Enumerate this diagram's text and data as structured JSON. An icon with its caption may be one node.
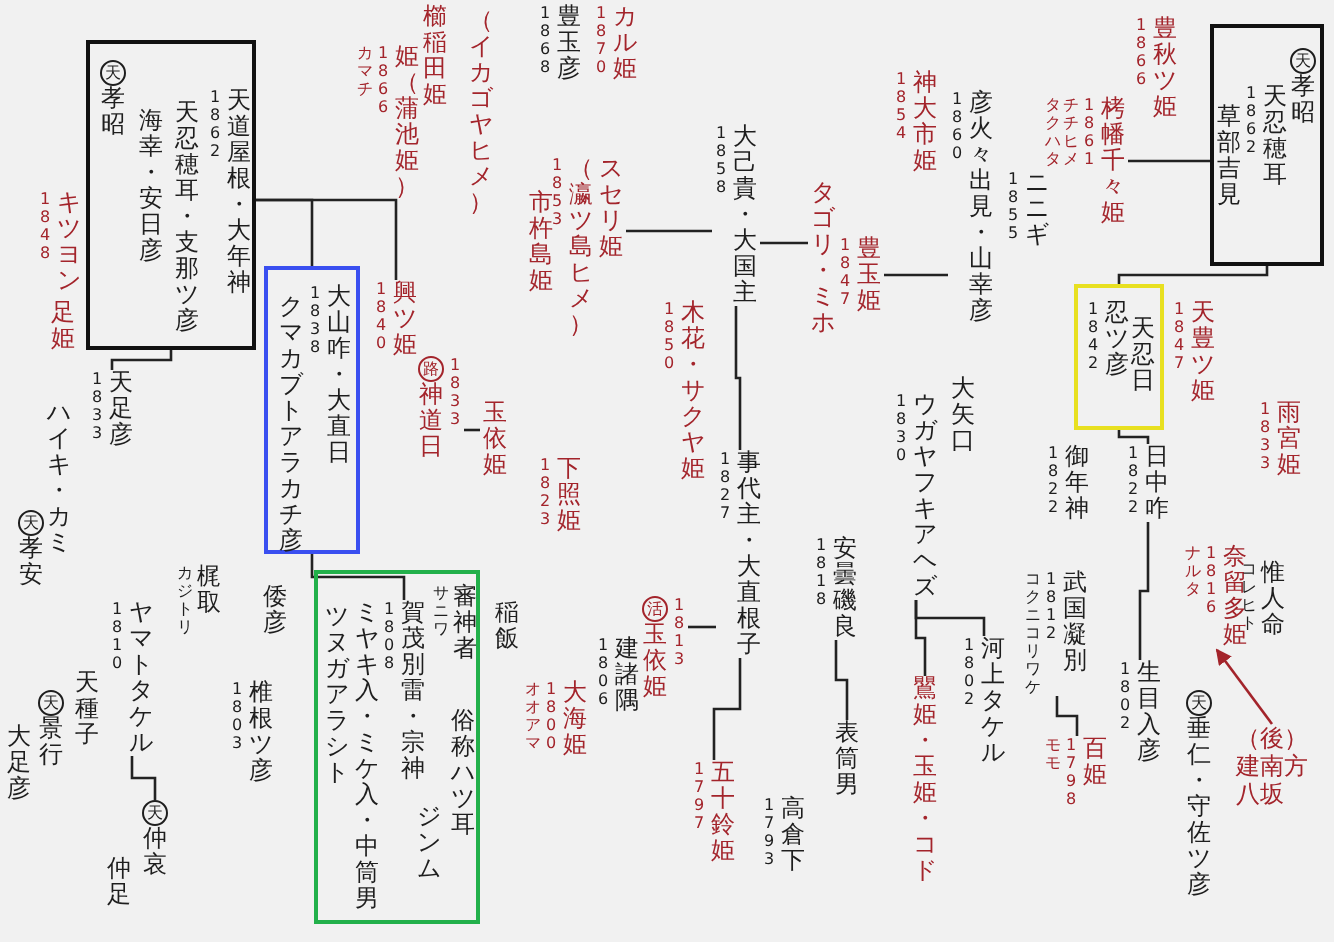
{
  "diagram": {
    "nodes": [
      {
        "text": [],
        "shape": "box"
      },
      {
        "text": [
          "天道屋根・大年神"
        ],
        "beside": [
          "1862"
        ],
        "in": 0
      },
      {
        "text": [
          "天忍穂耳・支那ツ彦"
        ],
        "in": 0
      },
      {
        "text": [
          "海幸・安日彦"
        ],
        "in": 0
      },
      {
        "text": [
          "天",
          "孝昭"
        ],
        "in": 0
      },
      {
        "text": [
          "キツヨン"
        ],
        "beside": [
          "1848"
        ]
      },
      {
        "text": [
          "足姫"
        ]
      },
      {
        "text": [
          "天足彦"
        ],
        "beside": [
          "1833"
        ]
      },
      {
        "text": [
          "ハイキ・カミ"
        ]
      },
      {
        "text": [
          "天",
          "孝安"
        ]
      },
      {
        "text": [
          "天",
          "景行"
        ]
      },
      {
        "text": [
          "天種子"
        ]
      },
      {
        "text": [
          "大足彦"
        ]
      },
      {
        "text": [
          "ヤマトタケル"
        ],
        "beside": [
          "1810"
        ]
      },
      {
        "text": [
          "天",
          "仲哀"
        ]
      },
      {
        "text": [
          "仲足"
        ]
      },
      {
        "text": [
          "梶取"
        ],
        "beside": [
          "カジトリ"
        ]
      },
      {
        "text": [
          "倭彦"
        ]
      },
      {
        "text": [
          "椎根ツ彦"
        ],
        "beside": [
          "1803"
        ]
      },
      {
        "text": [],
        "shape": "box"
      },
      {
        "text": [
          "大山咋・大直日"
        ],
        "beside": [
          "1838"
        ],
        "in": 19
      },
      {
        "text": [
          "クマカブトアラカチ彦"
        ],
        "in": 19
      },
      {
        "text": [
          "興ツ姫"
        ],
        "beside": [
          "1840"
        ]
      },
      {
        "text": [
          "姫（蒲池姫）"
        ],
        "beside": [
          "カマチ",
          "1866"
        ]
      },
      {
        "text": [
          "櫛稲田姫"
        ]
      },
      {
        "text": [
          "（イカゴヤヒメ）"
        ]
      },
      {
        "text": [
          "豊玉彦"
        ],
        "beside": [
          "1868"
        ]
      },
      {
        "text": [
          "カル姫"
        ],
        "beside": [
          "1870"
        ]
      },
      {
        "text": [
          "市杵島姫"
        ]
      },
      {
        "text": [
          "（瀛ツ島ヒメ）",
          "スセリ姫"
        ],
        "beside": [
          "1853"
        ]
      },
      {
        "text": [
          "木花・サクヤ姫"
        ],
        "beside": [
          "1850"
        ]
      },
      {
        "text": [
          "大己貴・大国主"
        ],
        "beside": [
          "1858"
        ]
      },
      {
        "text": [
          "タゴリ・ミホ"
        ]
      },
      {
        "text": [
          "豊玉姫"
        ],
        "beside": [
          "1847"
        ]
      },
      {
        "text": [
          "神大市姫"
        ],
        "beside": [
          "1854"
        ]
      },
      {
        "text": [
          "彦火々出見・山幸彦"
        ],
        "beside": [
          "1860"
        ]
      },
      {
        "text": [
          "ニニギ"
        ],
        "beside": [
          "1855"
        ]
      },
      {
        "text": [
          "栲幡千々姫"
        ],
        "beside": [
          "タクハタ",
          "チチヒメ",
          "1861"
        ]
      },
      {
        "text": [
          "豊秋ツ姫"
        ],
        "beside": [
          "1866"
        ]
      },
      {
        "text": [],
        "shape": "box"
      },
      {
        "text": [
          "天",
          "孝昭"
        ],
        "in": 39
      },
      {
        "text": [
          "天忍穂耳"
        ],
        "beside": [
          "1862"
        ],
        "in": 39
      },
      {
        "text": [
          "草部吉見"
        ],
        "in": 39
      },
      {
        "text": [
          "天豊ツ姫"
        ],
        "beside": [
          "1847"
        ]
      },
      {
        "text": [],
        "shape": "box"
      },
      {
        "text": [
          "天忍日"
        ],
        "in": 44
      },
      {
        "text": [
          "忍ツ彦"
        ],
        "beside": [
          "1842"
        ],
        "in": 44
      },
      {
        "text": [
          "雨宮姫"
        ],
        "beside": [
          "1833"
        ]
      },
      {
        "text": [
          "大矢口"
        ]
      },
      {
        "text": [
          "ウガヤフキアヘズ"
        ],
        "beside": [
          "1830"
        ]
      },
      {
        "text": [
          "御年神"
        ],
        "beside": [
          "1822"
        ]
      },
      {
        "text": [
          "日中咋"
        ],
        "beside": [
          "1822"
        ]
      },
      {
        "text": [
          "安曇磯良"
        ],
        "beside": [
          "1818"
        ]
      },
      {
        "text": [
          "表筒男"
        ]
      },
      {
        "text": [
          "事代主・大直根子"
        ],
        "beside": [
          "1827"
        ]
      },
      {
        "text": [
          "活",
          "玉依姫"
        ],
        "beside": [
          "1813"
        ]
      },
      {
        "text": [
          "建諸隅"
        ],
        "beside": [
          "1806"
        ]
      },
      {
        "text": [
          "大海姫"
        ],
        "beside": [
          "オオアマ",
          "1800"
        ]
      },
      {
        "text": [
          "稲飯"
        ]
      },
      {
        "text": [
          "五十鈴姫"
        ],
        "beside": [
          "1797"
        ]
      },
      {
        "text": [
          "高倉下"
        ],
        "beside": [
          "1793"
        ]
      },
      {
        "text": [
          "下照姫"
        ],
        "beside": [
          "1823"
        ]
      },
      {
        "text": [
          "路",
          "神道日"
        ],
        "beside": [
          "1833"
        ]
      },
      {
        "text": [
          "玉依姫"
        ]
      },
      {
        "text": [],
        "shape": "box"
      },
      {
        "text": [
          "審神者"
        ],
        "beside": [
          "サニワ"
        ],
        "in": 64
      },
      {
        "text": [
          "賀茂別雷・宗神"
        ],
        "beside": [
          "1808"
        ],
        "in": 64
      },
      {
        "text": [
          "ミヤキ入・ミケ入・中筒男"
        ],
        "in": 64
      },
      {
        "text": [
          "ツヌガアラシト"
        ],
        "in": 64
      },
      {
        "text": [
          "俗称ハツ耳"
        ],
        "in": 64
      },
      {
        "text": [
          "ジンム"
        ],
        "in": 64
      },
      {
        "text": [
          "武国凝別"
        ],
        "beside": [
          "コクニコリワケ",
          "1812"
        ]
      },
      {
        "text": [
          "百姫"
        ],
        "beside": [
          "モモ",
          "1798"
        ]
      },
      {
        "text": [
          "河上タケル"
        ],
        "beside": [
          "1802"
        ]
      },
      {
        "text": [
          "鸎姫・玉姫・コド"
        ]
      },
      {
        "text": [
          "奈留多姫"
        ],
        "beside": [
          "ナルタ",
          "1816"
        ]
      },
      {
        "text": [
          "惟人命"
        ],
        "beside": [
          "コレヒト"
        ]
      },
      {
        "text": [
          "（後）",
          "建南方",
          "八坂"
        ]
      },
      {
        "text": [
          "生目入彦"
        ],
        "beside": [
          "1802"
        ]
      },
      {
        "text": [
          "天",
          "垂仁・守佐ツ彦"
        ]
      }
    ],
    "edges": [
      {
        "from": 0,
        "to": 7,
        "arrow": "none"
      },
      {
        "from": 0,
        "to": 19,
        "arrow": "none"
      },
      {
        "from": 0,
        "to": 22,
        "arrow": "none"
      },
      {
        "from": 19,
        "to": 66,
        "arrow": "none"
      },
      {
        "from": 62,
        "to": 63,
        "arrow": "none"
      },
      {
        "from": 29,
        "to": 31,
        "arrow": "none"
      },
      {
        "from": 31,
        "to": 32,
        "arrow": "none"
      },
      {
        "from": 31,
        "to": 54,
        "arrow": "none"
      },
      {
        "from": 54,
        "to": 55,
        "arrow": "none"
      },
      {
        "from": 54,
        "to": 59,
        "arrow": "none"
      },
      {
        "from": 35,
        "to": 33,
        "arrow": "none"
      },
      {
        "from": 37,
        "to": 39,
        "arrow": "none"
      },
      {
        "from": 39,
        "to": 44,
        "arrow": "none"
      },
      {
        "from": 44,
        "to": 51,
        "arrow": "none"
      },
      {
        "from": 51,
        "to": 78,
        "arrow": "none"
      },
      {
        "from": 71,
        "to": 72,
        "arrow": "none"
      },
      {
        "from": 52,
        "to": 53,
        "arrow": "none"
      },
      {
        "from": 49,
        "to": 73,
        "arrow": "none"
      },
      {
        "from": 49,
        "to": 74,
        "arrow": "none"
      },
      {
        "from": 77,
        "to": 75,
        "arrow": "to",
        "color": "#a3242b"
      },
      {
        "from": 13,
        "to": 14,
        "arrow": "none"
      }
    ]
  }
}
